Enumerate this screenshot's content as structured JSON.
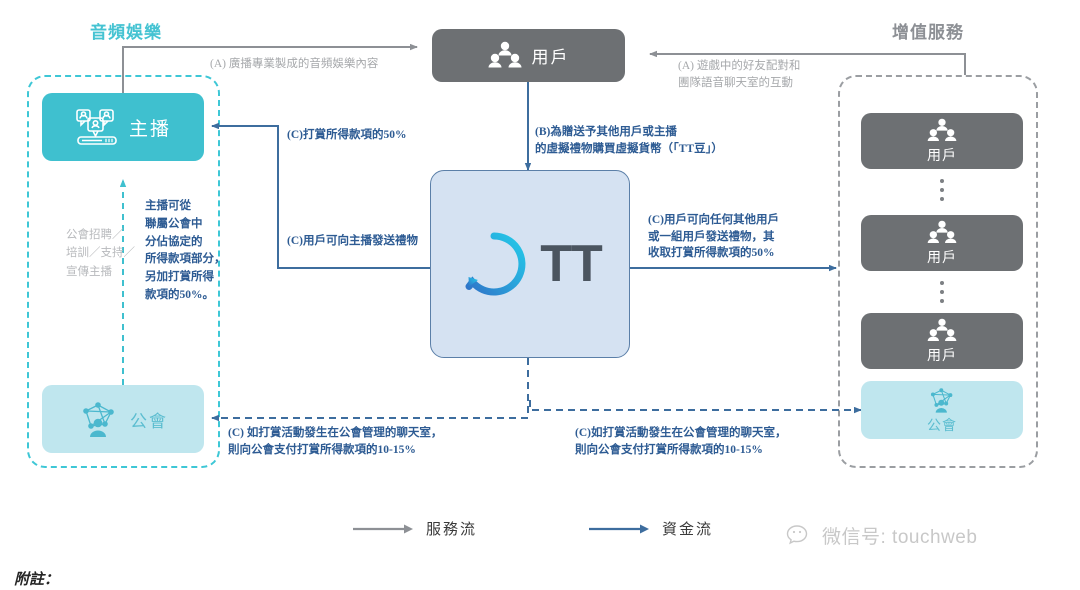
{
  "sections": {
    "audio_entertainment": "音頻娛樂",
    "value_added_services": "增值服務"
  },
  "boxes": {
    "anchor": {
      "label": "主播",
      "icon": "live-broadcast-icon",
      "color": "#3fc0cf"
    },
    "user_top": {
      "label": "用戶",
      "icon": "users-group-icon",
      "color": "#6d7073"
    },
    "guild_left": {
      "label": "公會",
      "icon": "guild-network-icon",
      "color": "#bfe6ee"
    },
    "platform": {
      "label": "TT",
      "icon": "tt-smiley-logo",
      "color": "#d5e2f2"
    },
    "user_right_1": {
      "label": "用戶",
      "icon": "users-group-icon",
      "color": "#6d7073"
    },
    "user_right_2": {
      "label": "用戶",
      "icon": "users-group-icon",
      "color": "#6d7073"
    },
    "user_right_3": {
      "label": "用戶",
      "icon": "users-group-icon",
      "color": "#6d7073"
    },
    "guild_right": {
      "label": "公會",
      "icon": "guild-network-icon",
      "color": "#bfe6ee"
    }
  },
  "annotations": {
    "a_left": "(A) 廣播專業製成的音頻娛樂內容",
    "a_right": "(A) 遊戲中的好友配對和\n團隊語音聊天室的互動",
    "b_center": "(B)為贈送予其他用戶或主播\n的虛擬禮物購買虛擬貨幣（「TT豆」）",
    "c_anchor_50": "(C)打賞所得款項的50%",
    "c_user_gift": "(C)用戶可向主播發送禮物",
    "c_user_any": "(C)用戶可向任何其他用戶\n或一組用戶發送禮物，其\n收取打賞所得款項的50%",
    "c_guild_left": "(C) 如打賞活動發生在公會管理的聊天室，\n則向公會支付打賞所得款項的10-15%",
    "c_guild_right": "(C)如打賞活動發生在公會管理的聊天室，\n則向公會支付打賞所得款項的10-15%",
    "guild_support": "公會招聘／\n培訓／支持／\n宣傳主播",
    "anchor_share": "主播可從\n聯屬公會中\n分佔協定的\n所得款項部分，\n另加打賞所得\n款項的50%。"
  },
  "legend": {
    "service_flow": "服務流",
    "capital_flow": "資金流",
    "service_color": "#8d9095",
    "capital_color": "#3d6d9e"
  },
  "footer": {
    "note": "附註：",
    "watermark": "微信号: touchweb"
  },
  "colors": {
    "teal": "#3fc0cf",
    "teal_dash": "#3ec7d6",
    "gray_box": "#6d7073",
    "gray_dash": "#9b9ea2",
    "light_cyan": "#bfe6ee",
    "platform_blue": "#d5e2f2",
    "blue_text": "#2d5b93",
    "gray_text": "#a6a8ab"
  }
}
